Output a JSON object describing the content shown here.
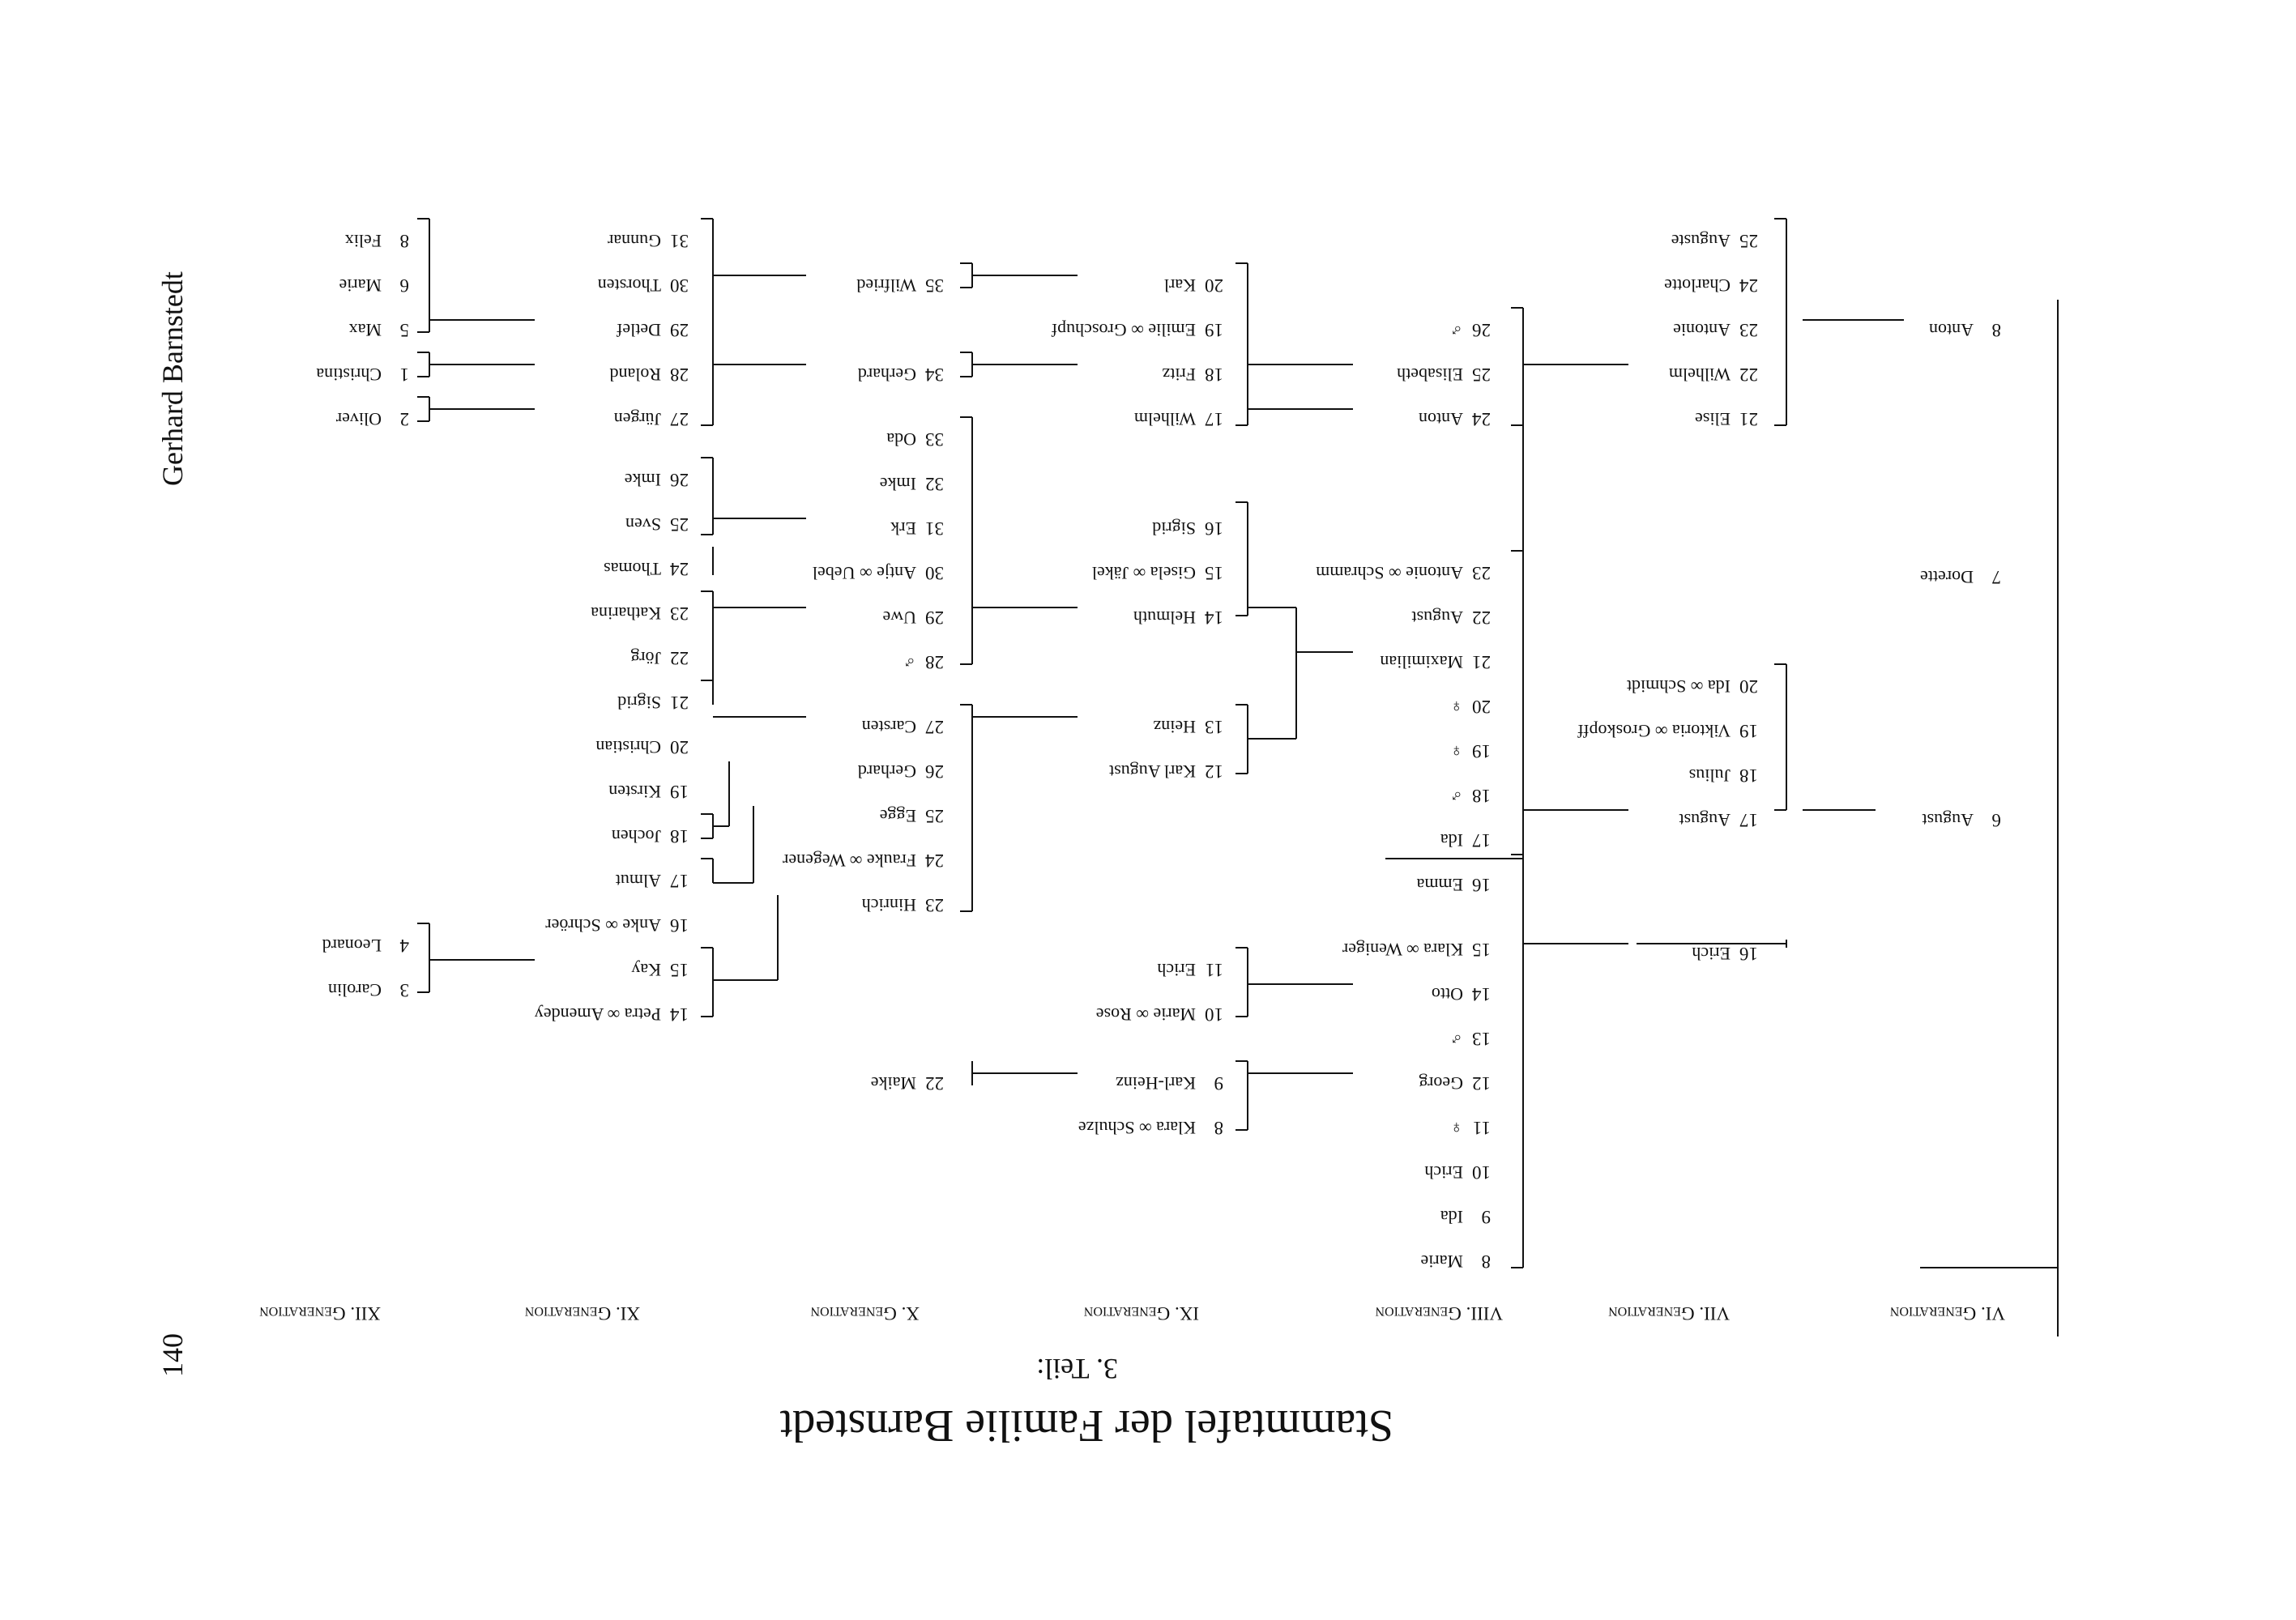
{
  "page_number": "140",
  "running_head": "Gerhard Barnstedt",
  "title": "Stammtafel der Familie Barnstedt",
  "subtitle": "3. Teil:",
  "generations": [
    "VI. Generation",
    "VII. Generation",
    "VIII. Generation",
    "IX. Generation",
    "X. Generation",
    "XI. Generation",
    "XII. Generation"
  ],
  "nodes": [
    {
      "id": "g6-6",
      "num": "6",
      "name": "August"
    },
    {
      "id": "g6-7",
      "num": "7",
      "name": "Dorette"
    },
    {
      "id": "g6-8",
      "num": "8",
      "name": "Anton"
    },
    {
      "id": "g7-16",
      "num": "16",
      "name": "Erich"
    },
    {
      "id": "g7-17",
      "num": "17",
      "name": "August"
    },
    {
      "id": "g7-18",
      "num": "18",
      "name": "Julius"
    },
    {
      "id": "g7-19",
      "num": "19",
      "name": "Viktoria ∞ Groskopff"
    },
    {
      "id": "g7-20",
      "num": "20",
      "name": "Ida ∞ Schmidt"
    },
    {
      "id": "g7-21",
      "num": "21",
      "name": "Elise"
    },
    {
      "id": "g7-22",
      "num": "22",
      "name": "Wilhelm"
    },
    {
      "id": "g7-23",
      "num": "23",
      "name": "Antonie"
    },
    {
      "id": "g7-24",
      "num": "24",
      "name": "Charlotte"
    },
    {
      "id": "g7-25",
      "num": "25",
      "name": "Auguste"
    },
    {
      "id": "g8-8",
      "num": "8",
      "name": "Marie"
    },
    {
      "id": "g8-9",
      "num": "9",
      "name": "Ida"
    },
    {
      "id": "g8-10",
      "num": "10",
      "name": "Erich"
    },
    {
      "id": "g8-11",
      "num": "11",
      "name": "♀"
    },
    {
      "id": "g8-12",
      "num": "12",
      "name": "Georg"
    },
    {
      "id": "g8-13",
      "num": "13",
      "name": "♂"
    },
    {
      "id": "g8-14",
      "num": "14",
      "name": "Otto"
    },
    {
      "id": "g8-15",
      "num": "15",
      "name": "Klara ∞ Weniger"
    },
    {
      "id": "g8-16",
      "num": "16",
      "name": "Emma"
    },
    {
      "id": "g8-17",
      "num": "17",
      "name": "Ida"
    },
    {
      "id": "g8-18",
      "num": "18",
      "name": "♂"
    },
    {
      "id": "g8-19",
      "num": "19",
      "name": "♀"
    },
    {
      "id": "g8-20",
      "num": "20",
      "name": "♀"
    },
    {
      "id": "g8-21",
      "num": "21",
      "name": "Maximilian"
    },
    {
      "id": "g8-22",
      "num": "22",
      "name": "August"
    },
    {
      "id": "g8-23",
      "num": "23",
      "name": "Antonie ∞ Schramm"
    },
    {
      "id": "g8-24",
      "num": "24",
      "name": "Anton"
    },
    {
      "id": "g8-25",
      "num": "25",
      "name": "Elisabeth"
    },
    {
      "id": "g8-26",
      "num": "26",
      "name": "♂"
    },
    {
      "id": "g9-8",
      "num": "8",
      "name": "Klara ∞ Schulze"
    },
    {
      "id": "g9-9",
      "num": "9",
      "name": "Karl-Heinz"
    },
    {
      "id": "g9-10",
      "num": "10",
      "name": "Marie ∞ Rose"
    },
    {
      "id": "g9-11",
      "num": "11",
      "name": "Erich"
    },
    {
      "id": "g9-12",
      "num": "12",
      "name": "Karl August"
    },
    {
      "id": "g9-13",
      "num": "13",
      "name": "Heinz"
    },
    {
      "id": "g9-14",
      "num": "14",
      "name": "Helmuth"
    },
    {
      "id": "g9-15",
      "num": "15",
      "name": "Gisela ∞ Jäkel"
    },
    {
      "id": "g9-16",
      "num": "16",
      "name": "Sigrid"
    },
    {
      "id": "g9-17",
      "num": "17",
      "name": "Wilhelm"
    },
    {
      "id": "g9-18",
      "num": "18",
      "name": "Fritz"
    },
    {
      "id": "g9-19",
      "num": "19",
      "name": "Emilie ∞ Groschupf"
    },
    {
      "id": "g9-20",
      "num": "20",
      "name": "Karl"
    },
    {
      "id": "g10-22",
      "num": "22",
      "name": "Maike"
    },
    {
      "id": "g10-23",
      "num": "23",
      "name": "Hinrich"
    },
    {
      "id": "g10-24",
      "num": "24",
      "name": "Frauke ∞ Wegener"
    },
    {
      "id": "g10-25",
      "num": "25",
      "name": "Egge"
    },
    {
      "id": "g10-26",
      "num": "26",
      "name": "Gerhard"
    },
    {
      "id": "g10-27",
      "num": "27",
      "name": "Carsten"
    },
    {
      "id": "g10-28",
      "num": "28",
      "name": "♂"
    },
    {
      "id": "g10-29",
      "num": "29",
      "name": "Uwe"
    },
    {
      "id": "g10-30",
      "num": "30",
      "name": "Antje ∞ Uebel"
    },
    {
      "id": "g10-31",
      "num": "31",
      "name": "Erk"
    },
    {
      "id": "g10-32",
      "num": "32",
      "name": "Imke"
    },
    {
      "id": "g10-33",
      "num": "33",
      "name": "Oda"
    },
    {
      "id": "g10-34",
      "num": "34",
      "name": "Gerhard"
    },
    {
      "id": "g10-35",
      "num": "35",
      "name": "Wilfried"
    },
    {
      "id": "g11-14",
      "num": "14",
      "name": "Petra ∞ Amendey"
    },
    {
      "id": "g11-15",
      "num": "15",
      "name": "Kay"
    },
    {
      "id": "g11-16",
      "num": "16",
      "name": "Anke ∞ Schröer"
    },
    {
      "id": "g11-17",
      "num": "17",
      "name": "Almut"
    },
    {
      "id": "g11-18",
      "num": "18",
      "name": "Jochen"
    },
    {
      "id": "g11-19",
      "num": "19",
      "name": "Kirsten"
    },
    {
      "id": "g11-20",
      "num": "20",
      "name": "Christian"
    },
    {
      "id": "g11-21",
      "num": "21",
      "name": "Sigrid"
    },
    {
      "id": "g11-22",
      "num": "22",
      "name": "Jörg"
    },
    {
      "id": "g11-23",
      "num": "23",
      "name": "Katharina"
    },
    {
      "id": "g11-24",
      "num": "24",
      "name": "Thomas"
    },
    {
      "id": "g11-25",
      "num": "25",
      "name": "Sven"
    },
    {
      "id": "g11-26",
      "num": "26",
      "name": "Imke"
    },
    {
      "id": "g11-27",
      "num": "27",
      "name": "Jürgen"
    },
    {
      "id": "g11-28",
      "num": "28",
      "name": "Roland"
    },
    {
      "id": "g11-29",
      "num": "29",
      "name": "Detlef"
    },
    {
      "id": "g11-30",
      "num": "30",
      "name": "Thorsten"
    },
    {
      "id": "g11-31",
      "num": "31",
      "name": "Gunnar"
    },
    {
      "id": "g12-1",
      "num": "1",
      "name": "Christina"
    },
    {
      "id": "g12-2",
      "num": "2",
      "name": "Oliver"
    },
    {
      "id": "g12-3",
      "num": "3",
      "name": "Carolin"
    },
    {
      "id": "g12-4",
      "num": "4",
      "name": "Leonard"
    },
    {
      "id": "g12-5",
      "num": "5",
      "name": "Max"
    },
    {
      "id": "g12-6",
      "num": "6",
      "name": "Marie"
    },
    {
      "id": "g12-8",
      "num": "8",
      "name": "Felix"
    }
  ]
}
